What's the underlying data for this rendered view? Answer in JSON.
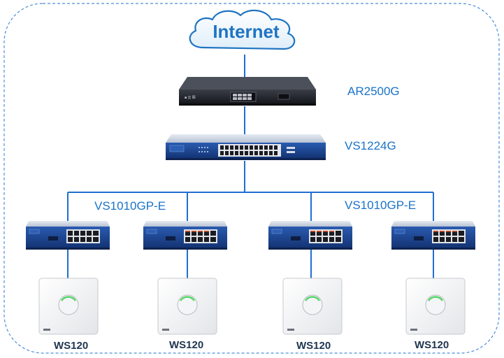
{
  "cloud": {
    "label": "Internet"
  },
  "router": {
    "label": "AR2500G"
  },
  "core_switch": {
    "label": "VS1224G"
  },
  "poe_switch_labels": [
    "VS1010GP-E",
    "VS1010GP-E"
  ],
  "access_points": [
    {
      "label": "WS120"
    },
    {
      "label": "WS120"
    },
    {
      "label": "WS120"
    },
    {
      "label": "WS120"
    }
  ],
  "colors": {
    "line": "#1f6fd0",
    "frame": "#4a8fd8",
    "label": "#1a73c9",
    "switch_body": "#1b3f86",
    "router_body": "#1d1f25"
  }
}
